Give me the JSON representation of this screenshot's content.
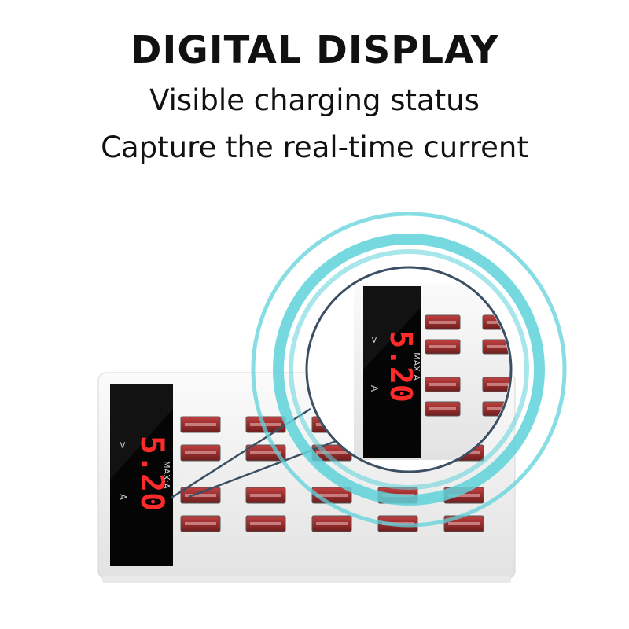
{
  "heading": {
    "title": "DIGITAL DISPLAY",
    "line1": "Visible charging status",
    "line2": "Capture the real-time current"
  },
  "display": {
    "reading": "5.20",
    "unit_label": "MAX:A",
    "mark_left": ">",
    "mark_a": "A"
  },
  "colors": {
    "accent_ring": "#5fd2db",
    "led_red": "#ff2a2a",
    "housing": "#f2f2f2",
    "port_red": "#9a2a2a"
  }
}
